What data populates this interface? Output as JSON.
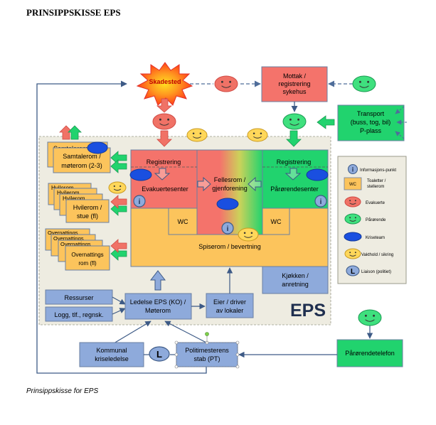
{
  "page": {
    "title": "PRINSIPPSKISSE EPS",
    "caption": "Prinsippskisse for EPS"
  },
  "colors": {
    "blue_box": "#8eaadb",
    "red_box": "#f4736b",
    "green_box": "#21d36e",
    "yellow_box": "#fcc45c",
    "panel_bg": "#eeece1",
    "arrow_blue": "#4c6fa3",
    "star_fill": "#ff5522"
  },
  "nodes": {
    "skadested": "Skadested",
    "mottak": [
      "Mottak /",
      "registrering",
      "sykehus"
    ],
    "transport": [
      "Transport",
      "(buss, tog, bil)",
      "P-plass"
    ],
    "samtalerom_back": "Samtalerom",
    "samtalerom_front": [
      "Samtalerom /",
      "møterom (2-3)"
    ],
    "hvilerom_back": [
      "Hvilerom",
      "Hvilerom",
      "Hvilerom"
    ],
    "hvilerom_front": [
      "Hvilerom /",
      "stue (fl)"
    ],
    "overnatting_back": [
      "Overnattings",
      "Overnattings",
      "Overnattings"
    ],
    "overnatting_front": [
      "Overnattings",
      "rom (fl)"
    ],
    "registrering_left": "Registrering",
    "evakuertesenter": "Evakuertesenter",
    "fellesrom": [
      "Fellesrom /",
      "gjenforening"
    ],
    "registrering_right": "Registrering",
    "parorendesenter": "Pårørendesenter",
    "wc_left": "WC",
    "wc_right": "WC",
    "spiserom": "Spiserom / bevertning",
    "kjokken": [
      "Kjøkken /",
      "anretning"
    ],
    "eps_label": "EPS",
    "ressurser": "Ressurser",
    "logg": "Logg, tlf., regnsk.",
    "ledelse": [
      "Ledelse EPS (KO) /",
      "Møterom"
    ],
    "eier": [
      "Eier / driver",
      "av lokaler"
    ],
    "kommunal": [
      "Kommunal",
      "kriseledelse"
    ],
    "politi": [
      "Politimesterens",
      "stab (PT)"
    ],
    "parorendetelefon": "Pårørendetelefon",
    "info_glyph": "i",
    "liaison_glyph": "L"
  },
  "legend": {
    "items": [
      {
        "symbol": "info",
        "label": "Informasjons-punkt"
      },
      {
        "symbol": "wc",
        "label": "Toaletter / stellerom",
        "glyph": "WC"
      },
      {
        "symbol": "red-face",
        "label": "Evakuerte"
      },
      {
        "symbol": "green-face",
        "label": "Pårørende"
      },
      {
        "symbol": "blue-ellipse",
        "label": "Kriseteam"
      },
      {
        "symbol": "yellow-face",
        "label": "Vakthold / sikring"
      },
      {
        "symbol": "liaison",
        "label": "Liaison (politiet)"
      }
    ]
  }
}
